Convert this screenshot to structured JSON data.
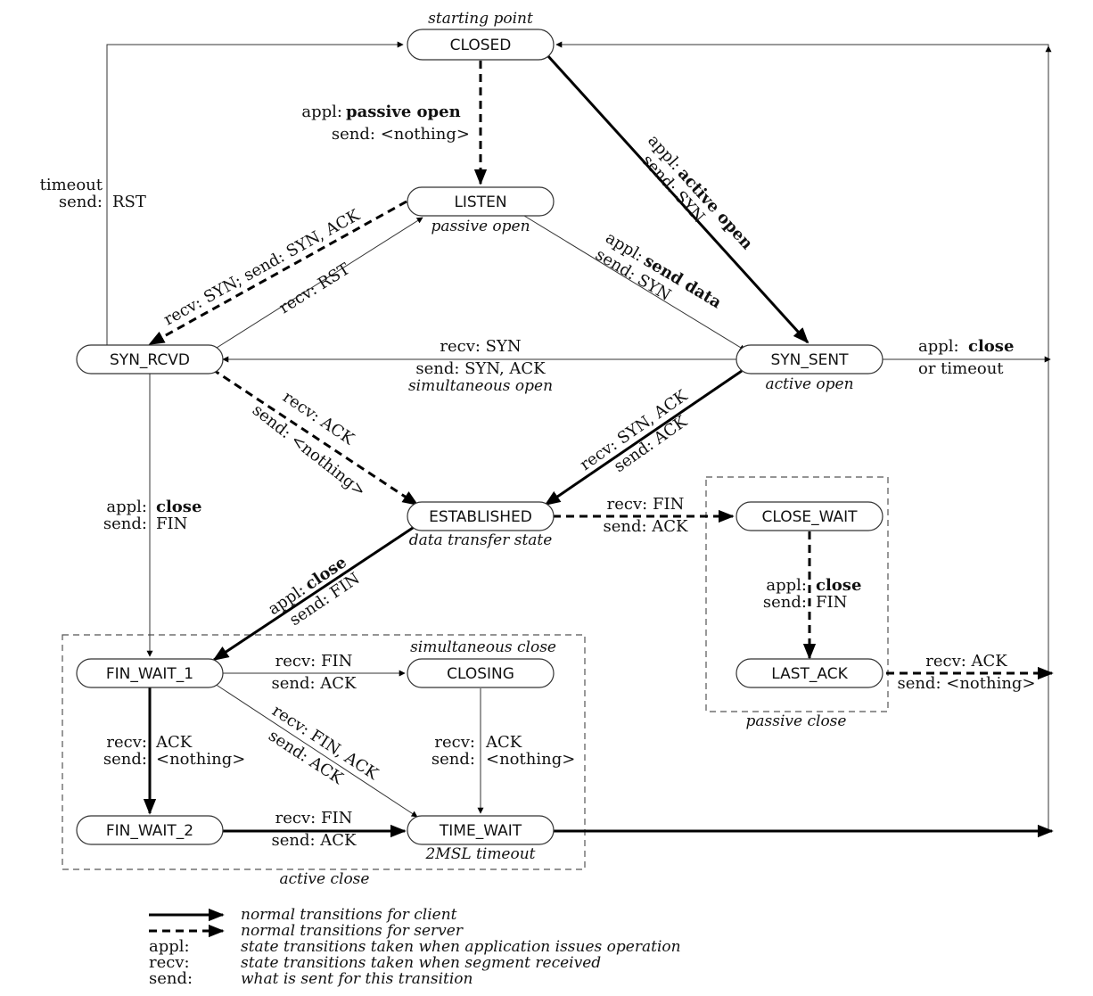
{
  "states": {
    "closed": "CLOSED",
    "listen": "LISTEN",
    "syn_rcvd": "SYN_RCVD",
    "syn_sent": "SYN_SENT",
    "established": "ESTABLISHED",
    "close_wait": "CLOSE_WAIT",
    "last_ack": "LAST_ACK",
    "fin_wait_1": "FIN_WAIT_1",
    "closing": "CLOSING",
    "fin_wait_2": "FIN_WAIT_2",
    "time_wait": "TIME_WAIT"
  },
  "captions": {
    "starting_point": "starting point",
    "passive_open": "passive open",
    "active_open": "active open",
    "simultaneous_open": "simultaneous open",
    "data_transfer_state": "data transfer state",
    "simultaneous_close": "simultaneous close",
    "active_close": "active close",
    "passive_close": "passive close",
    "twomsl_timeout": "2MSL timeout"
  },
  "labels": {
    "appl_prefix": "appl:",
    "recv_prefix": "recv:",
    "send_prefix": "send:",
    "passive_open_op": "passive open",
    "active_open_op": "active open",
    "send_data_op": "send data",
    "close_op": "close",
    "send_nothing": "send: <nothing>",
    "timeout": "timeout",
    "rst": "RST",
    "send_syn": "send: SYN",
    "recv_syn_send_syn_ack": "recv: SYN;   send: SYN, ACK",
    "recv_rst": "recv: RST",
    "recv_syn": "recv: SYN",
    "send_syn_ack": "send: SYN, ACK",
    "or_timeout": "or timeout",
    "recv_ack": "recv: ACK",
    "send_nothing_v": "send: <nothing>",
    "recv_syn_ack": "recv: SYN, ACK",
    "send_ack": "send: ACK",
    "fin": "FIN",
    "recv_fin": "recv: FIN",
    "send_fin": "send: FIN",
    "ack": "ACK",
    "nothing": "<nothing>",
    "recv_fin_ack": "recv: FIN, ACK"
  },
  "legend": {
    "client_line": "normal transitions for client",
    "server_line": "normal transitions for server",
    "appl_key": "appl:",
    "appl_desc": "state transitions taken when application issues operation",
    "recv_key": "recv:",
    "recv_desc": "state transitions taken when segment received",
    "send_key": "send:",
    "send_desc": "what is sent for this transition"
  },
  "style": {
    "line_color": "#000000",
    "box_stroke": "#333333",
    "background": "#ffffff"
  }
}
